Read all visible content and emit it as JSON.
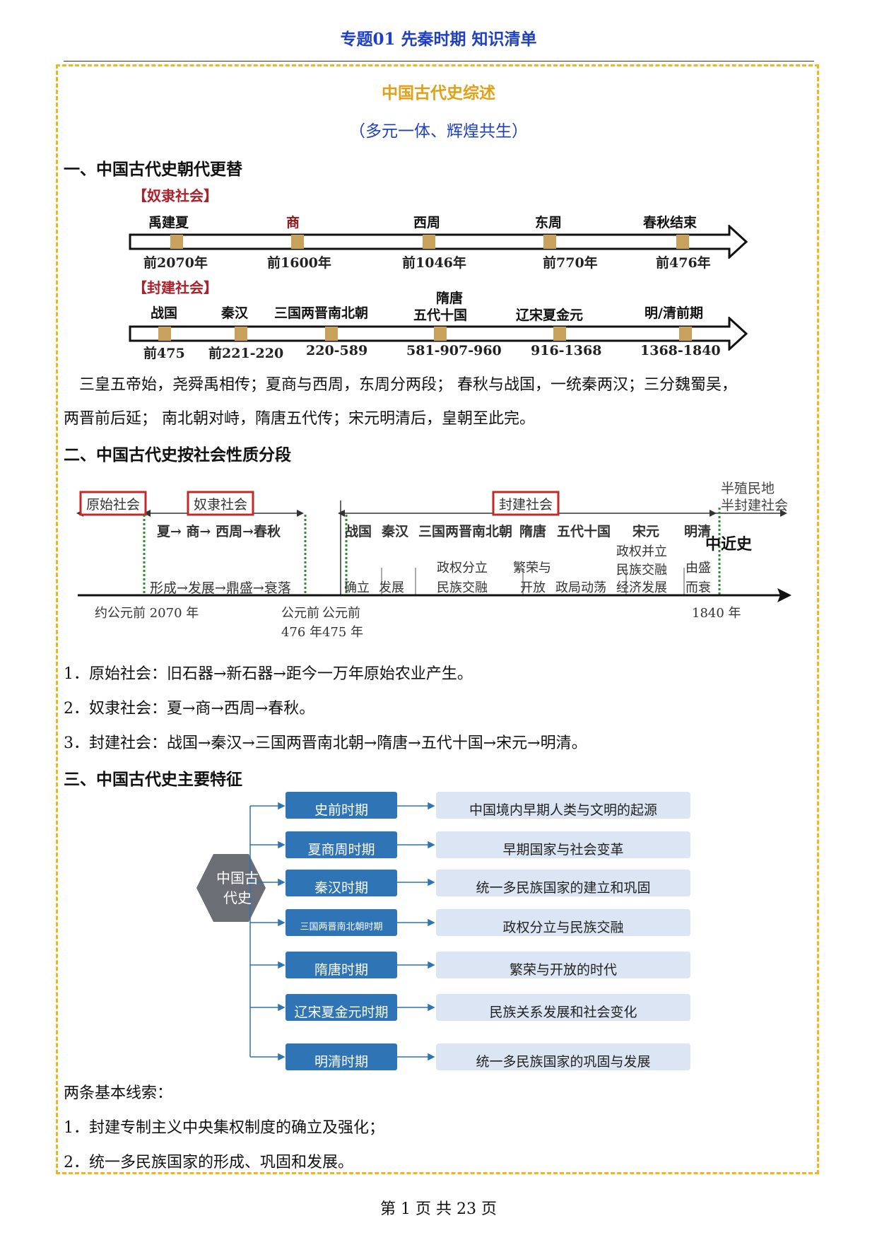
{
  "header": {
    "title": "专题01  先秦时期  知识清单"
  },
  "title": "中国古代史综述",
  "subtitle": "（多元一体、辉煌共生）",
  "section1": {
    "heading": "一、中国古代史朝代更替",
    "timeline1": {
      "tag": "【奴隶社会】",
      "labels": [
        "禹建夏",
        "商",
        "西周",
        "东周",
        "春秋结束"
      ],
      "years": [
        "前2070年",
        "前1600年",
        "前1046年",
        "前770年",
        "前476年"
      ]
    },
    "timeline2": {
      "tag": "【封建社会】",
      "labels": [
        "战国",
        "秦汉",
        "三国两晋南北朝",
        "隋唐",
        "五代十国",
        "辽宋夏金元",
        "明/清前期"
      ],
      "years": [
        "前475",
        "前221-220",
        "220-589",
        "581-907-960",
        "916-1368",
        "1368-1840"
      ]
    },
    "rhyme_line1": "三皇五帝始，尧舜禹相传；夏商与西周，东周分两段；  春秋与战国，一统秦两汉；三分魏蜀吴，",
    "rhyme_line2": "两晋前后延；  南北朝对峙，隋唐五代传；宋元明清后，皇朝至此完。"
  },
  "section2": {
    "heading": "二、中国古代史按社会性质分段",
    "diagram": {
      "boxes": [
        "原始社会",
        "奴隶社会",
        "封建社会"
      ],
      "semi": [
        "半殖民地",
        "半封建社会"
      ],
      "slave_row": "夏→ 商→ 西周→春秋",
      "slave_stage": "形成→发展→鼎盛→衰落",
      "feudal_row": [
        "战国",
        "秦汉",
        "三国两晋南北朝",
        "隋唐",
        "五代十国",
        "宋元",
        "明清"
      ],
      "modern": "中近史",
      "stages": [
        "确立",
        "发展",
        "政权分立",
        "民族交融",
        "繁荣与",
        "开放",
        "政局动荡",
        "政权并立",
        "民族交融",
        "经济发展",
        "由盛",
        "而衰"
      ],
      "axis_labels": [
        "约公元前 2070 年",
        "公元前",
        "公元前",
        "476 年",
        "475 年",
        "1840 年"
      ]
    },
    "items": [
      "1．原始社会：旧石器→新石器→距今一万年原始农业产生。",
      "2．奴隶社会：夏→商→西周→春秋。",
      "3．封建社会：战国→秦汉→三国两晋南北朝→隋唐→五代十国→宋元→明清。"
    ]
  },
  "section3": {
    "heading": "三、中国古代史主要特征",
    "center": [
      "中国古",
      "代史"
    ],
    "periods": [
      "史前时期",
      "夏商周时期",
      "秦汉时期",
      "三国两晋南北朝时期",
      "隋唐时期",
      "辽宋夏金元时期",
      "明清时期"
    ],
    "features": [
      "中国境内早期人类与文明的起源",
      "早期国家与社会变革",
      "统一多民族国家的建立和巩固",
      "政权分立与民族交融",
      "繁荣与开放的时代",
      "民族关系发展和社会变化",
      "统一多民族国家的巩固与发展"
    ],
    "clues_title": "两条基本线索：",
    "clues": [
      "1．封建专制主义中央集权制度的确立及强化；",
      "2．统一多民族国家的形成、巩固和发展。"
    ]
  },
  "footer": {
    "page": "第  1  页  共  23  页"
  },
  "colors": {
    "header_blue": "#1f3fc4",
    "title_gold": "#e0a117",
    "frame_dash": "#f2b51c",
    "tag_red": "#b0202a",
    "period_box": "#2f74b5",
    "feature_box": "#dce5f3"
  }
}
